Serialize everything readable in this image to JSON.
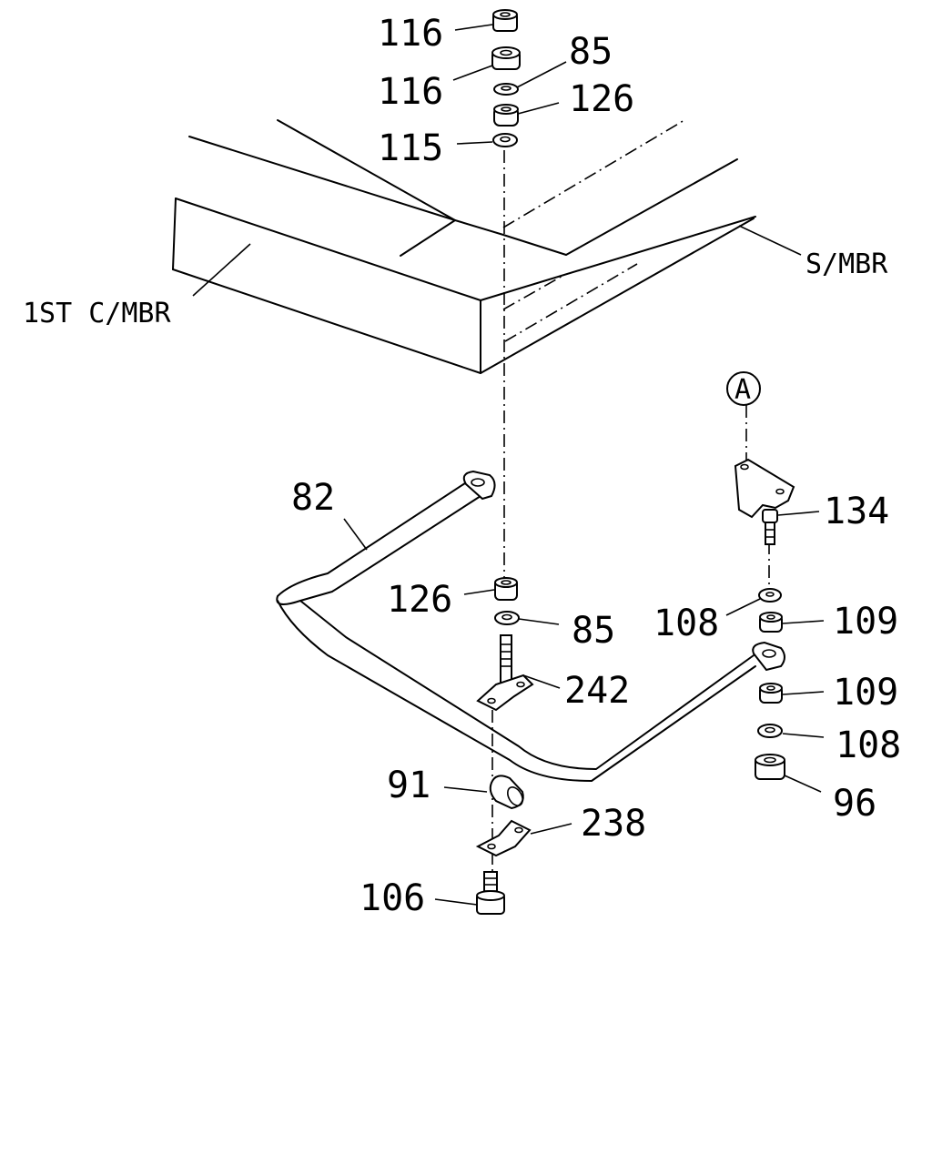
{
  "callouts": {
    "nut_116_top": "116",
    "nut_116_second": "116",
    "washer_85_top": "85",
    "bushing_126_top": "126",
    "washer_115": "115",
    "side_member": "S/MBR",
    "cross_member": "1ST C/MBR",
    "detail_ref": "A",
    "stabilizer_bar": "82",
    "bracket_bolt_134": "134",
    "bushing_126_lower": "126",
    "washer_85_lower": "85",
    "washer_108_a": "108",
    "bushing_109_a": "109",
    "link_bolt_242": "242",
    "bushing_109_b": "109",
    "washer_108_b": "108",
    "bar_bushing_91": "91",
    "nut_96": "96",
    "clamp_238": "238",
    "bolt_106": "106"
  }
}
